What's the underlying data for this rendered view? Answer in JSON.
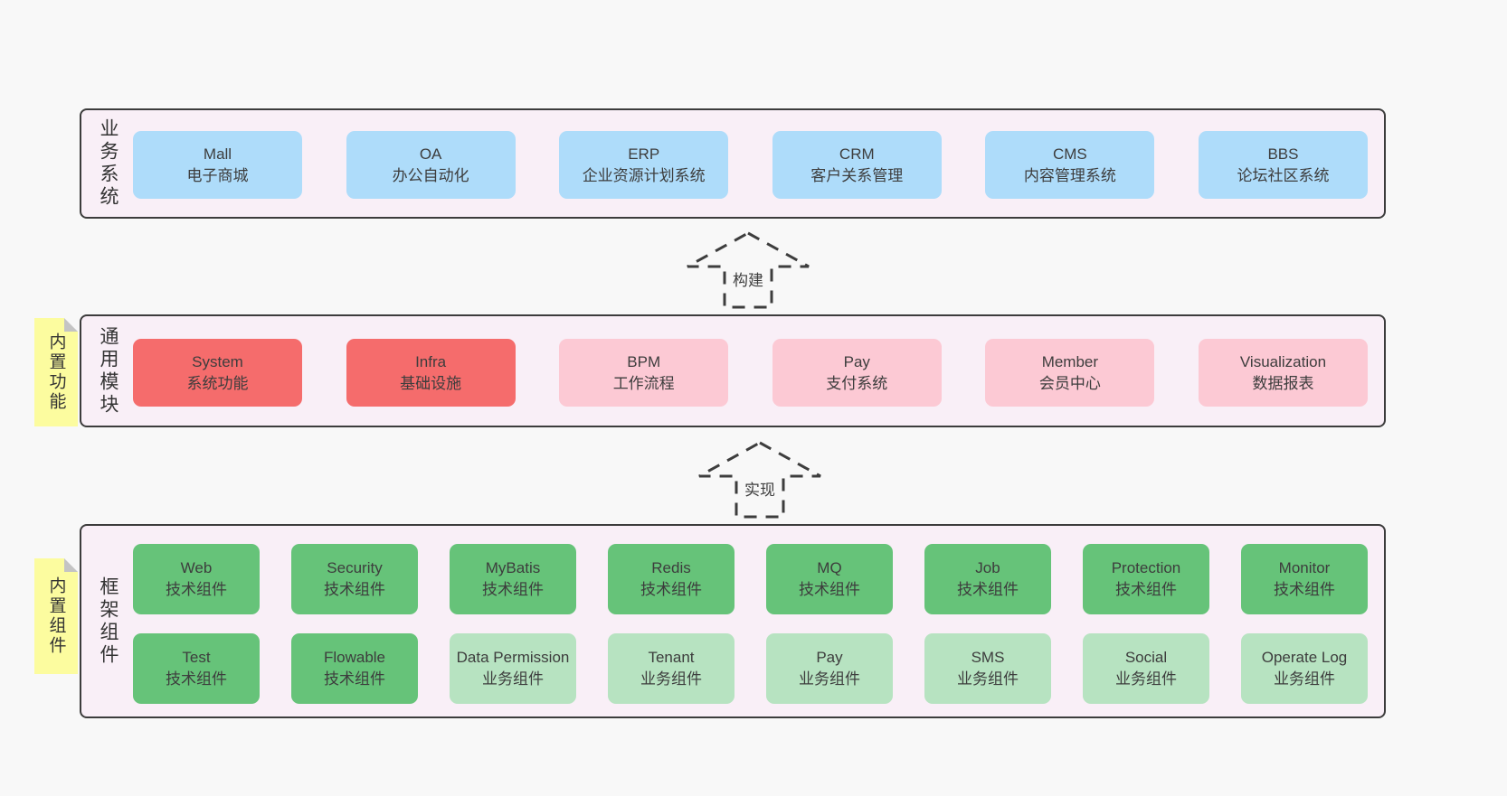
{
  "colors": {
    "page_bg": "#f8f8f8",
    "layer_bg": "#f9eff7",
    "layer_border": "#3c3c3c",
    "blue_box": "#aedcfa",
    "red_box": "#f56c6c",
    "pink_box": "#fcc9d4",
    "green_box": "#66c379",
    "light_green_box": "#b7e3c1",
    "sticky_bg": "#fcfc9f",
    "text": "#3d3d3d"
  },
  "arrows": {
    "build": "构建",
    "implement": "实现"
  },
  "layers": {
    "business": {
      "label": "业务系统",
      "boxes": [
        {
          "title": "Mall",
          "subtitle": "电子商城"
        },
        {
          "title": "OA",
          "subtitle": "办公自动化"
        },
        {
          "title": "ERP",
          "subtitle": "企业资源计划系统"
        },
        {
          "title": "CRM",
          "subtitle": "客户关系管理"
        },
        {
          "title": "CMS",
          "subtitle": "内容管理系统"
        },
        {
          "title": "BBS",
          "subtitle": "论坛社区系统"
        }
      ]
    },
    "modules": {
      "label": "通用模块",
      "sticky": "内置功能",
      "boxes": [
        {
          "title": "System",
          "subtitle": "系统功能",
          "variant": "red"
        },
        {
          "title": "Infra",
          "subtitle": "基础设施",
          "variant": "red"
        },
        {
          "title": "BPM",
          "subtitle": "工作流程",
          "variant": "pink"
        },
        {
          "title": "Pay",
          "subtitle": "支付系统",
          "variant": "pink"
        },
        {
          "title": "Member",
          "subtitle": "会员中心",
          "variant": "pink"
        },
        {
          "title": "Visualization",
          "subtitle": "数据报表",
          "variant": "pink"
        }
      ]
    },
    "components": {
      "label": "框架组件",
      "sticky": "内置组件",
      "row1": [
        {
          "title": "Web",
          "subtitle": "技术组件",
          "variant": "green"
        },
        {
          "title": "Security",
          "subtitle": "技术组件",
          "variant": "green"
        },
        {
          "title": "MyBatis",
          "subtitle": "技术组件",
          "variant": "green"
        },
        {
          "title": "Redis",
          "subtitle": "技术组件",
          "variant": "green"
        },
        {
          "title": "MQ",
          "subtitle": "技术组件",
          "variant": "green"
        },
        {
          "title": "Job",
          "subtitle": "技术组件",
          "variant": "green"
        },
        {
          "title": "Protection",
          "subtitle": "技术组件",
          "variant": "green"
        },
        {
          "title": "Monitor",
          "subtitle": "技术组件",
          "variant": "green"
        }
      ],
      "row2": [
        {
          "title": "Test",
          "subtitle": "技术组件",
          "variant": "green"
        },
        {
          "title": "Flowable",
          "subtitle": "技术组件",
          "variant": "green"
        },
        {
          "title": "Data Permission",
          "subtitle": "业务组件",
          "variant": "lightgreen"
        },
        {
          "title": "Tenant",
          "subtitle": "业务组件",
          "variant": "lightgreen"
        },
        {
          "title": "Pay",
          "subtitle": "业务组件",
          "variant": "lightgreen"
        },
        {
          "title": "SMS",
          "subtitle": "业务组件",
          "variant": "lightgreen"
        },
        {
          "title": "Social",
          "subtitle": "业务组件",
          "variant": "lightgreen"
        },
        {
          "title": "Operate Log",
          "subtitle": "业务组件",
          "variant": "lightgreen"
        }
      ]
    }
  }
}
